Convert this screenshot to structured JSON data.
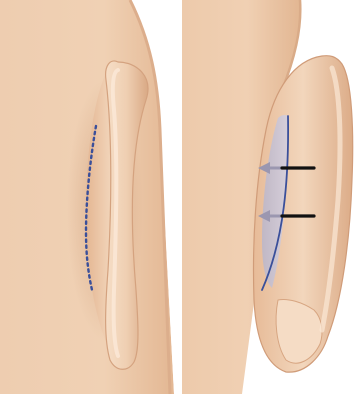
{
  "figure": {
    "panels": [
      {
        "id": "before",
        "marking": "dotted-incision-line",
        "skin_color": "#eccaa9",
        "mark_color": "#3a4f9a"
      },
      {
        "id": "after",
        "marking": "solid-incision-line-with-arrows",
        "skin_color": "#eccaa9",
        "mark_color": "#3a4f9a",
        "excision_area_color": "#c7c3d6",
        "arrow_color": "#111111",
        "arrow_count": 2
      }
    ],
    "colors": {
      "background": "#ffffff",
      "skin_light": "#f3d7bd",
      "skin_mid": "#eccaa9",
      "skin_shadow": "#d9aa86"
    }
  }
}
